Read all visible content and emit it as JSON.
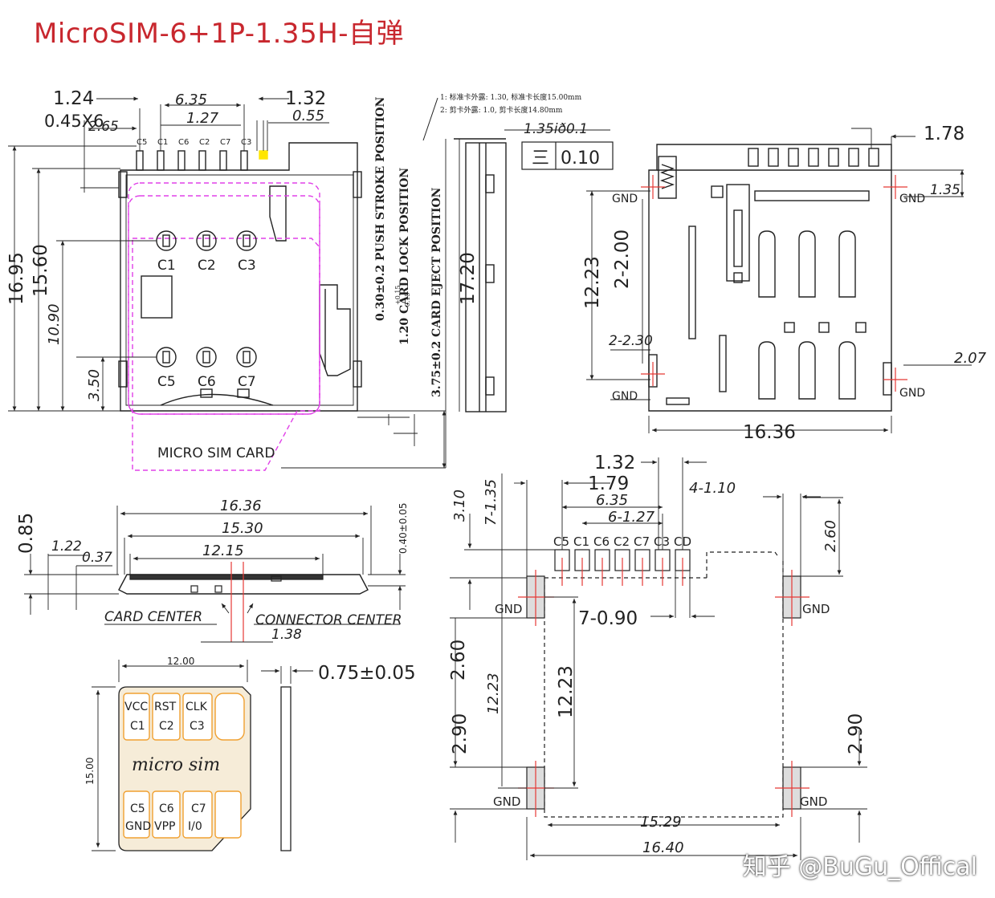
{
  "title": "MicroSIM-6+1P-1.35H-自弹",
  "watermark": "知乎 @BuGu_Offical",
  "colors": {
    "accent": "#c8272e",
    "magenta": "#e040e8",
    "red_line": "#e53935",
    "sim_fill": "#f6ecd8",
    "sim_outline": "#f0a030"
  },
  "top_view": {
    "dims": {
      "d1_24": "1.24",
      "d6_35": "6.35",
      "d1_32": "1.32",
      "d045x6": "0.45X6",
      "d1_27": "1.27",
      "d0_55": "0.55",
      "d2_65": "2.65",
      "d16_95": "16.95",
      "d15_60": "15.60",
      "d10_90": "10.90",
      "d3_50": "3.50"
    },
    "pin_top": [
      "C5",
      "C1",
      "C6",
      "C2",
      "C7",
      "C3"
    ],
    "contacts_top": [
      "C1",
      "C2",
      "C3"
    ],
    "contacts_bottom": [
      "C5",
      "C6",
      "C7"
    ],
    "card_label": "MICRO SIM CARD"
  },
  "side_view": {
    "note1": "1: 标准卡外露: 1.30, 标准卡长度15.00mm",
    "note2": "2: 剪卡外露: 1.0, 剪卡长度14.80mm",
    "d1_35": "1.35ið0.1",
    "flatness_symbol": "三",
    "flatness_value": "0.10",
    "push_stroke": "0.30±0.2 PUSH STROKE POSITION",
    "lock_position": "1.20 CARD LOCK POSITION",
    "lock_tol_plus": "+0.15",
    "lock_tol_minus": "-0.15",
    "eject_position": "3.75±0.2 CARD EJECT POSITION",
    "d17_20": "17.20"
  },
  "bottom_view": {
    "d1_78": "1.78",
    "d1_35": "1.35",
    "gnd": "GND",
    "d12_23": "12.23",
    "d2_2_00": "2-2.00",
    "d2_2_30": "2-2.30",
    "d2_07": "2.07",
    "d16_36": "16.36"
  },
  "front_view": {
    "d0_85": "0.85",
    "d16_36": "16.36",
    "d15_30": "15.30",
    "d1_22": "1.22",
    "d0_37": "0.37",
    "d12_15": "12.15",
    "d0_40": "0.40±0.05",
    "card_center": "CARD CENTER",
    "connector_center": "CONNECTOR CENTER",
    "d1_38": "1.38"
  },
  "sim_card": {
    "width": "12.00",
    "height": "15.00",
    "thickness": "0.75±0.05",
    "brand": "micro sim",
    "pads_top": [
      {
        "func": "VCC",
        "id": "C1"
      },
      {
        "func": "RST",
        "id": "C2"
      },
      {
        "func": "CLK",
        "id": "C3"
      }
    ],
    "pads_bottom": [
      {
        "func": "GND",
        "id": "C5"
      },
      {
        "func": "VPP",
        "id": "C6"
      },
      {
        "func": "I/0",
        "id": "C7"
      }
    ]
  },
  "pcb_layout": {
    "d1_32": "1.32",
    "d1_79": "1.79",
    "d6_35": "6.35",
    "d6_1_27": "6-1.27",
    "d4_1_10": "4-1.10",
    "d3_10": "3.10",
    "d7_1_35": "7-1.35",
    "d2_60_right": "2.60",
    "pin_labels": [
      "C5",
      "C1",
      "C6",
      "C2",
      "C7",
      "C3",
      "CD"
    ],
    "gnd": "GND",
    "d7_0_90": "7-0.90",
    "d2_60_left": "2.60",
    "d12_23_a": "12.23",
    "d12_23_b": "12.23",
    "d2_90_left": "2.90",
    "d2_90_right": "2.90",
    "d15_29": "15.29",
    "d16_40": "16.40"
  }
}
